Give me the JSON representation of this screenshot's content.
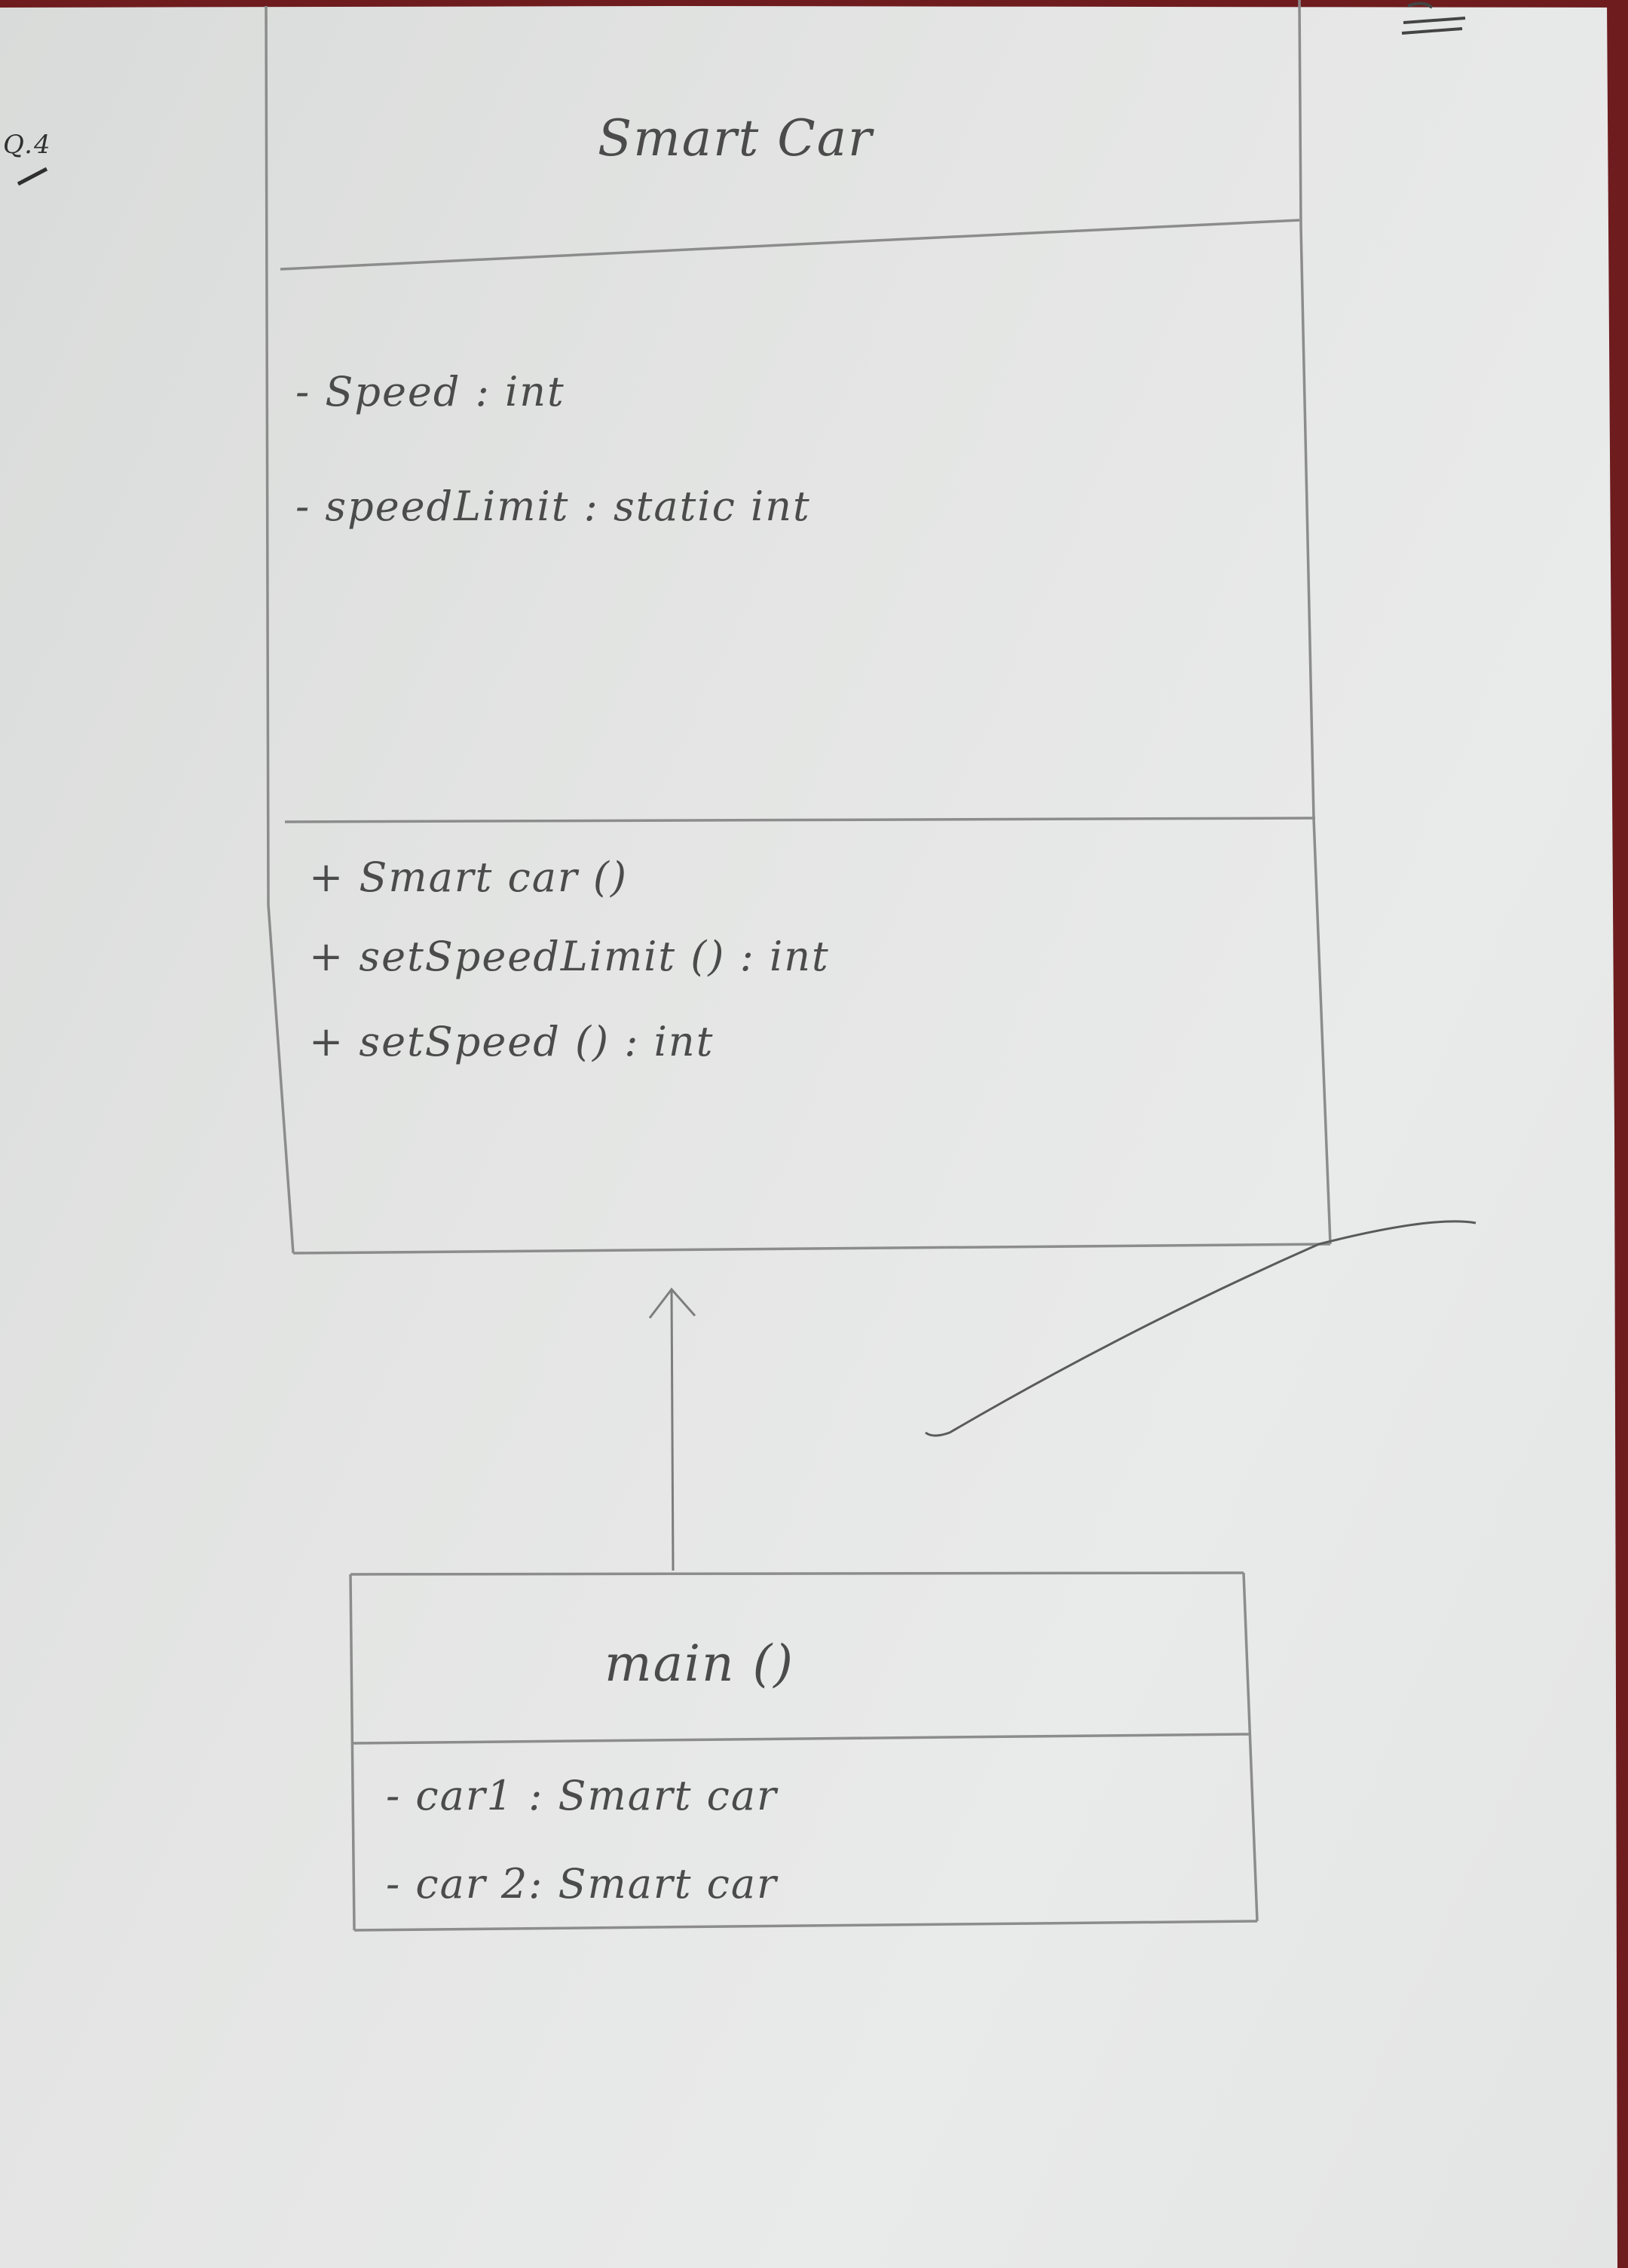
{
  "page": {
    "question_label": "Q.4"
  },
  "diagram": {
    "classes": [
      {
        "id": "smart-car",
        "name": "Smart Car",
        "attributes": [
          "- Speed : int",
          "- speedLimit : static int"
        ],
        "methods": [
          "+ Smart car ()",
          "+ setSpeedLimit () : int",
          "+ setSpeed () : int"
        ]
      },
      {
        "id": "main",
        "name": "main ()",
        "attributes": [
          "- car1 : Smart car",
          "- car 2: Smart car"
        ],
        "methods": []
      }
    ],
    "relationships": [
      {
        "from": "main",
        "to": "smart-car",
        "type": "association-arrow"
      }
    ]
  }
}
